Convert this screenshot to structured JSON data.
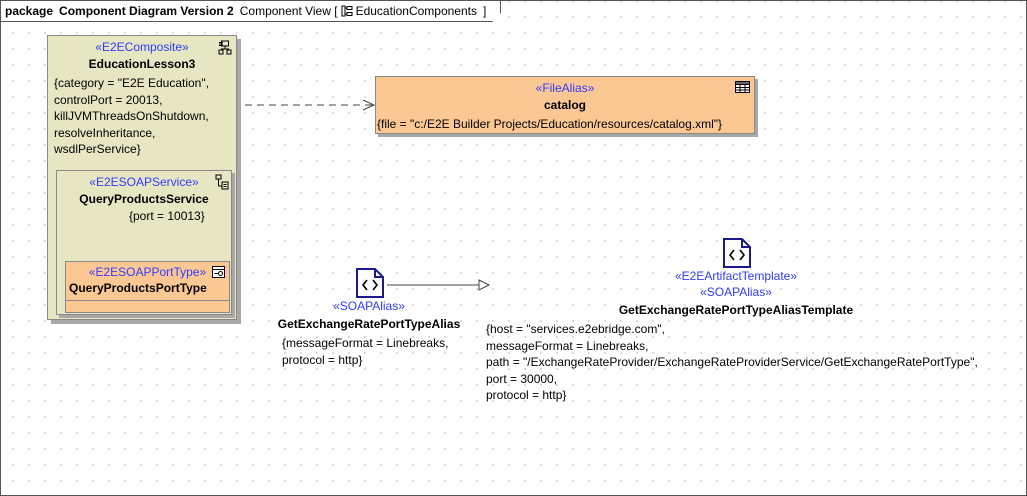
{
  "frame": {
    "kind": "package",
    "name": "Component Diagram Version 2",
    "view_label": "Component View [",
    "view_name": "EducationComponents",
    "view_close": "]"
  },
  "composite": {
    "stereotype": "«E2EComposite»",
    "name": "EducationLesson3",
    "properties": "{category = \"E2E Education\",\ncontrolPort = 20013,\nkillJVMThreadsOnShutdown,\nresolveInheritance,\nwsdlPerService}"
  },
  "soap_service": {
    "stereotype": "«E2ESOAPService»",
    "name": "QueryProductsService",
    "properties": "{port = 10013}"
  },
  "port_type": {
    "stereotype": "«E2ESOAPPortType»",
    "name": "QueryProductsPortType"
  },
  "file_alias": {
    "stereotype": "«FileAlias»",
    "name": "catalog",
    "properties": "{file = \"c:/E2E Builder Projects/Education/resources/catalog.xml\"}"
  },
  "soap_alias": {
    "stereotype": "«SOAPAlias»",
    "name": "GetExchangeRatePortTypeAlias",
    "properties": "{messageFormat = Linebreaks,\nprotocol = http}"
  },
  "artifact_template": {
    "stereotype_1": "«E2EArtifactTemplate»",
    "stereotype_2": "«SOAPAlias»",
    "name": "GetExchangeRatePortTypeAliasTemplate",
    "properties": "{host = \"services.e2ebridge.com\",\nmessageFormat = Linebreaks,\npath = \"/ExchangeRateProvider/ExchangeRateProviderService/GetExchangeRatePortType\",\nport = 30000,\nprotocol = http}"
  },
  "colors": {
    "stereotype": "#2f3cff",
    "component_fill": "#e6e6c3",
    "artifact_fill": "#fbc894",
    "icon_blue": "#1a1a8c"
  },
  "icons": [
    "package-icon",
    "component-icon",
    "soap-service-icon",
    "port-type-icon",
    "table-icon",
    "artifact-file-icon"
  ],
  "connectors": [
    {
      "from": "EducationLesson3",
      "to": "catalog",
      "style": "dashed",
      "arrowhead": "open"
    },
    {
      "from": "GetExchangeRatePortTypeAlias",
      "to": "GetExchangeRatePortTypeAliasTemplate",
      "style": "solid",
      "arrowhead": "hollow-triangle"
    }
  ]
}
